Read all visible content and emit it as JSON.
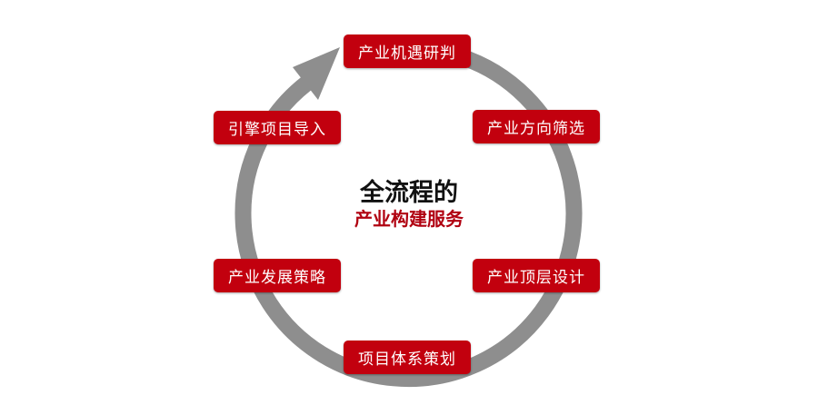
{
  "center": {
    "title": "全流程的",
    "subtitle": "产业构建服务"
  },
  "steps": [
    {
      "label": "产业机遇研判"
    },
    {
      "label": "产业方向筛选"
    },
    {
      "label": "产业顶层设计"
    },
    {
      "label": "项目体系策划"
    },
    {
      "label": "产业发展策略"
    },
    {
      "label": "引擎项目导入"
    }
  ],
  "colors": {
    "box": "#c2000e",
    "ring": "#8e8e8e",
    "subtitle": "#b00010"
  }
}
